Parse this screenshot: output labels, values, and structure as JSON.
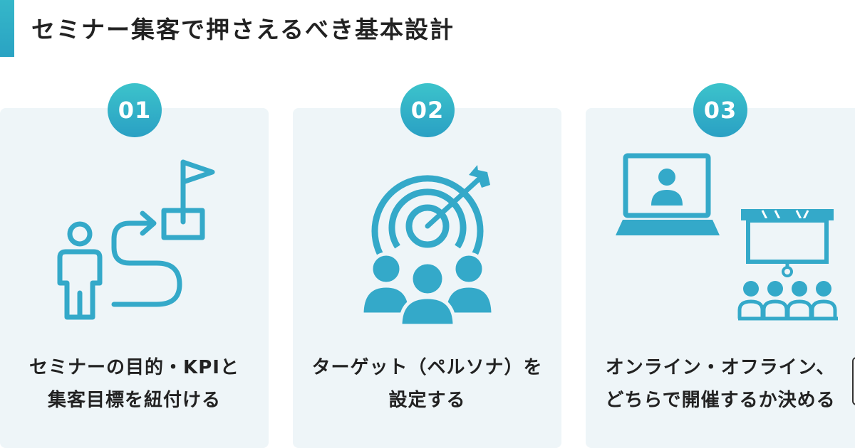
{
  "header": {
    "title": "セミナー集客で押さえるべき基本設計",
    "accent_color": "#2aa3c3"
  },
  "steps": [
    {
      "number": "01",
      "icon": "person-path-goal-flag-icon",
      "lines": [
        "セミナーの目的・KPIと",
        "集客目標を紐付ける"
      ]
    },
    {
      "number": "02",
      "icon": "target-arrow-audience-icon",
      "lines": [
        "ターゲット（ペルソナ）を",
        "設定する"
      ]
    },
    {
      "number": "03",
      "icon": "online-offline-seminar-icon",
      "lines": [
        "オンライン・オフライン、",
        "どちらで開催するか決める"
      ]
    }
  ],
  "colors": {
    "card_background": "#eef5f8",
    "icon": "#34a9c9",
    "badge": "#2aa0c4"
  }
}
